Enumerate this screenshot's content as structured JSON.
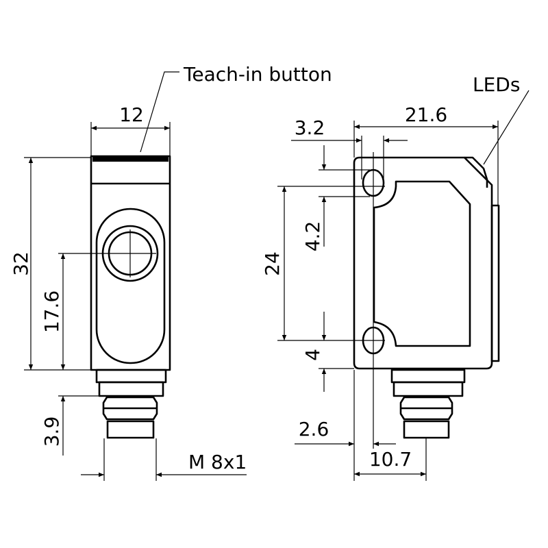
{
  "labels": {
    "teach_in": "Teach-in button",
    "leds": "LEDs"
  },
  "front_view": {
    "width": "12",
    "height": "32",
    "lens_height": "17.6",
    "connector_length": "3.9",
    "thread": "M 8x1"
  },
  "side_view": {
    "depth": "21.6",
    "hole_offset": "3.2",
    "hole_size": "4.2",
    "hole_spacing": "24",
    "hole_bottom": "4",
    "hole_x": "2.6",
    "connector_offset": "10.7"
  }
}
